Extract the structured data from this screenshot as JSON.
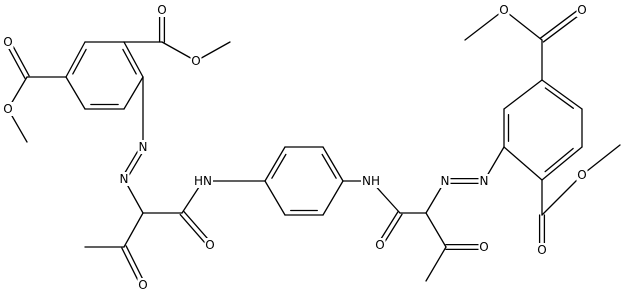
{
  "molecule": {
    "atom_labels": {
      "oxygen": "O",
      "nitrogen": "N",
      "amide_nh": "HN",
      "amine_nh": "NH"
    }
  },
  "colors": {
    "bond": "#000000",
    "text": "#000000",
    "background": "#ffffff"
  }
}
